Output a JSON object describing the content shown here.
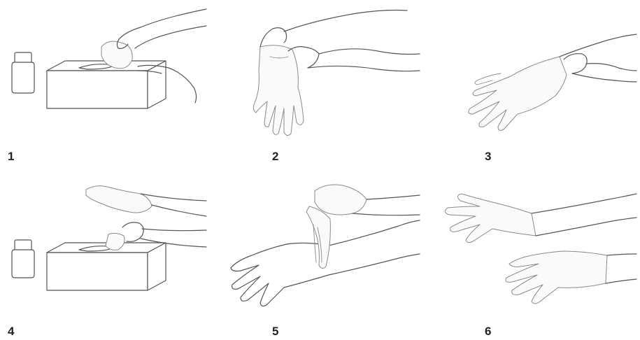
{
  "figure": {
    "steps": [
      {
        "number": "1",
        "scene": "take-glove-from-box"
      },
      {
        "number": "2",
        "scene": "hold-glove-by-cuff"
      },
      {
        "number": "3",
        "scene": "pull-glove-onto-hand"
      },
      {
        "number": "4",
        "scene": "take-second-glove"
      },
      {
        "number": "5",
        "scene": "pull-second-glove"
      },
      {
        "number": "6",
        "scene": "both-gloves-on"
      }
    ],
    "colors": {
      "line": "#555555",
      "glove_line": "#8a8a8a",
      "number": "#222222",
      "background": "#ffffff"
    }
  }
}
